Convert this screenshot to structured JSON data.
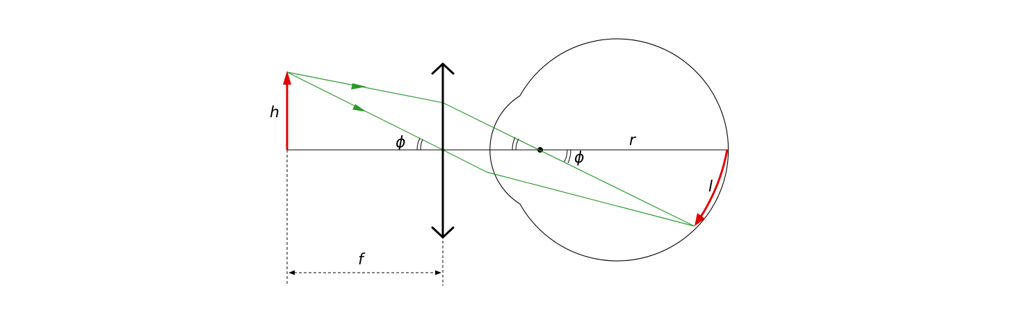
{
  "labels": {
    "object_height": "h",
    "angle_lens": "ϕ",
    "angle_eye": "ϕ",
    "eye_radius": "r",
    "image_arc": "l",
    "focal_length": "f"
  },
  "colors": {
    "object": "#e00000",
    "image": "#e00000",
    "rays": "#2a9a2a",
    "outline": "#000000",
    "axis": "#000000"
  },
  "elements": {
    "lens": "converging-lens",
    "eye": "eyeball-with-cornea"
  }
}
